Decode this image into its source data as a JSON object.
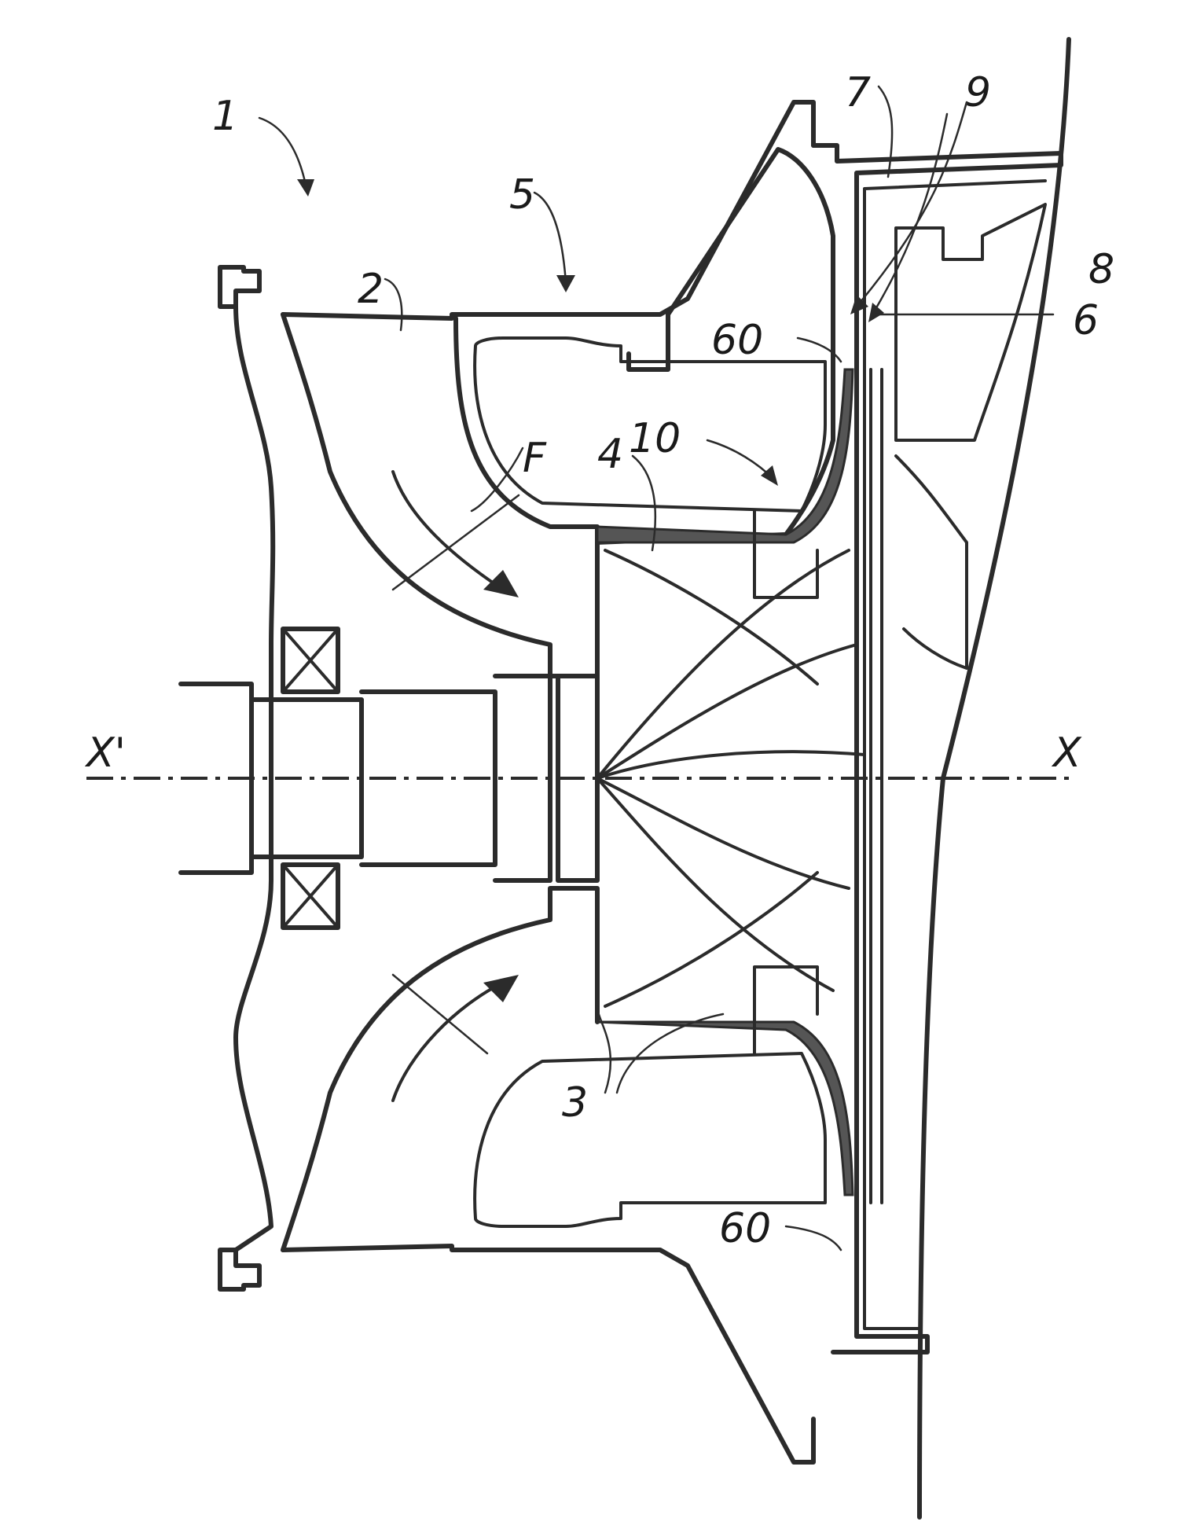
{
  "figure": {
    "labels": {
      "assembly": "1",
      "inlet": "2",
      "blades": "3",
      "impeller": "4",
      "volute": "5",
      "rear_plate": "6",
      "cover": "7",
      "housing": "8",
      "gap": "9",
      "liner": "10",
      "outlet_upper": "60",
      "outlet_lower": "60",
      "flow": "F",
      "axis_left": "X'",
      "axis_right": "X"
    }
  }
}
